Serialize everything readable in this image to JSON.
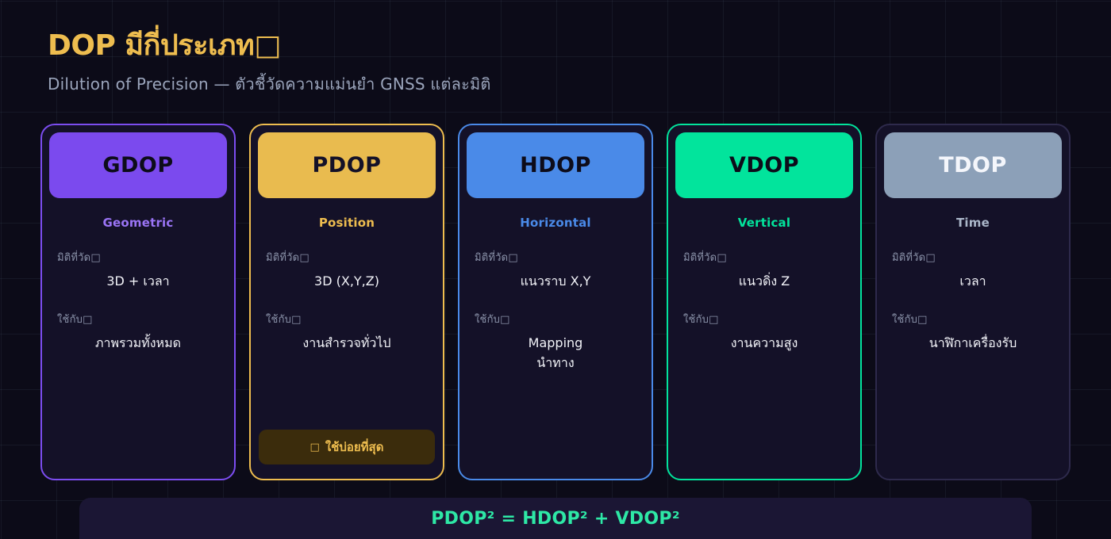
{
  "header": {
    "title": "DOP มีกี่ประเภท□",
    "subtitle": "Dilution of Precision — ตัวชี้วัดความแม่นยำ GNSS แต่ละมิติ"
  },
  "labels": {
    "dimension": "มิติที่วัด□",
    "usage": "ใช้กับ□"
  },
  "colors": {
    "background": "#0c0b18",
    "card_fill": "#141128",
    "title": "#eebd4f",
    "gdop": "#7b4aee",
    "pdop": "#e9bb4f",
    "hdop": "#4a8ae8",
    "vdop": "#02e49c",
    "tdop": "#8ca0b8",
    "formula": "#2ee8a6",
    "badge_bg": "#3b2c0c"
  },
  "cards": [
    {
      "code": "GDOP",
      "sub": "Geometric",
      "dimension": [
        "3D + เวลา"
      ],
      "usage": [
        "ภาพรวมทั้งหมด"
      ],
      "badge": null
    },
    {
      "code": "PDOP",
      "sub": "Position",
      "dimension": [
        "3D (X,Y,Z)"
      ],
      "usage": [
        "งานสำรวจทั่วไป"
      ],
      "badge": {
        "icon": "□",
        "label": "ใช้บ่อยที่สุด"
      }
    },
    {
      "code": "HDOP",
      "sub": "Horizontal",
      "dimension": [
        "แนวราบ X,Y"
      ],
      "usage": [
        "Mapping",
        "นำทาง"
      ],
      "badge": null
    },
    {
      "code": "VDOP",
      "sub": "Vertical",
      "dimension": [
        "แนวดิ่ง Z"
      ],
      "usage": [
        "งานความสูง"
      ],
      "badge": null
    },
    {
      "code": "TDOP",
      "sub": "Time",
      "dimension": [
        "เวลา"
      ],
      "usage": [
        "นาฬิกาเครื่องรับ"
      ],
      "badge": null
    }
  ],
  "formula": {
    "text": "PDOP² = HDOP² + VDOP²"
  }
}
